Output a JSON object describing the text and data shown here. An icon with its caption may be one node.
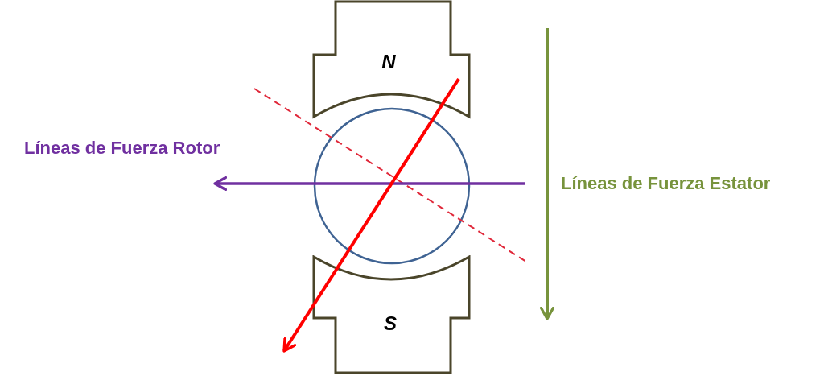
{
  "diagram": {
    "nodes": [
      {
        "text": [
          "N"
        ]
      },
      {
        "text": [],
        "shape": "circle"
      },
      {
        "text": [
          "S"
        ]
      }
    ],
    "labels": [
      "Líneas de Fuerza Rotor",
      "Líneas de Fuerza Estator"
    ]
  }
}
